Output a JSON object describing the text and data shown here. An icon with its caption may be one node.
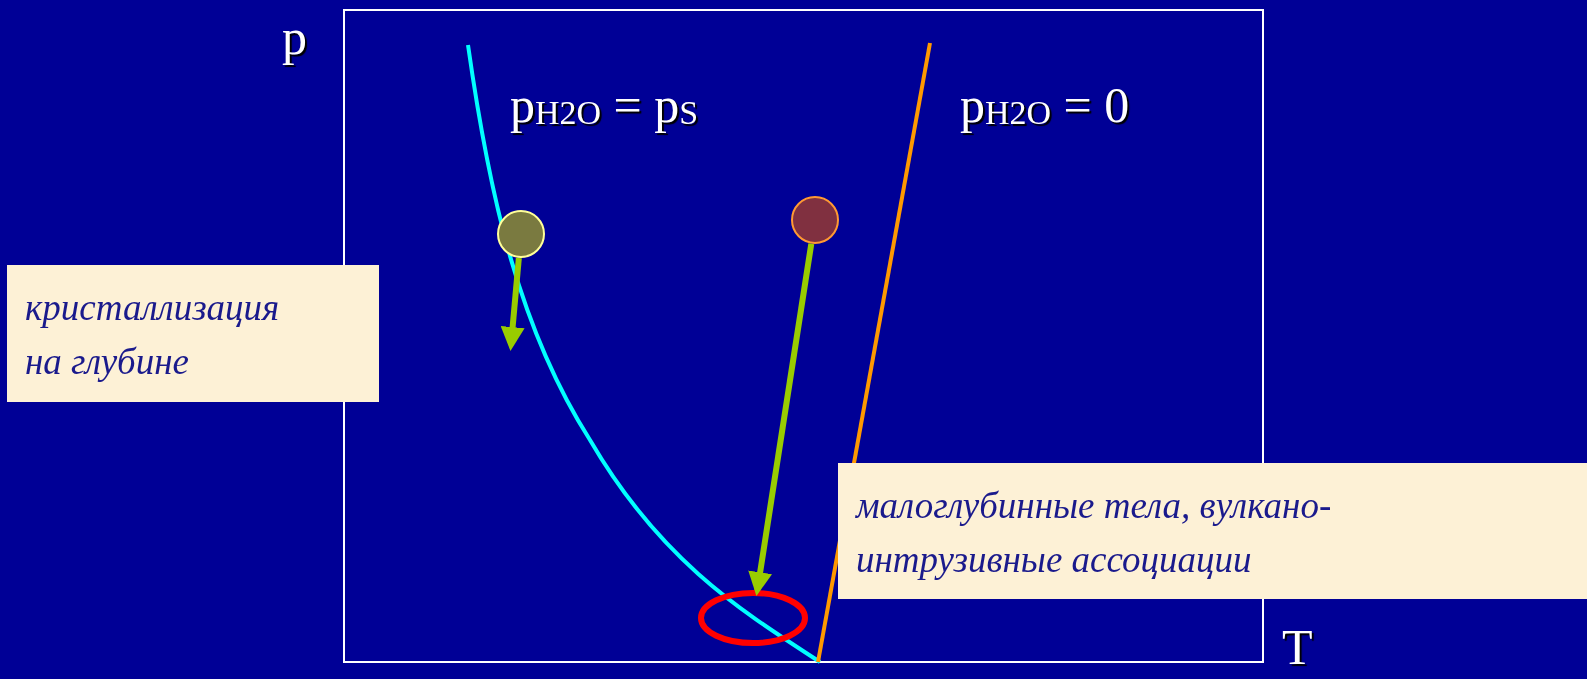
{
  "diagram": {
    "nodes": [
      {
        "text": [
          "кристаллизация на глубине"
        ]
      },
      {
        "text": [
          "малоглубинные тела, вулкано-интрузивные ассоциации"
        ]
      },
      {
        "text": [],
        "shape": "circle"
      },
      {
        "text": [],
        "shape": "circle"
      },
      {
        "text": [],
        "shape": "ellipse"
      }
    ],
    "edges": [
      {
        "from": 2,
        "to": null,
        "arrow": "to"
      },
      {
        "from": 3,
        "to": 4,
        "arrow": "to"
      }
    ],
    "labels": [
      "p",
      "p$_{H2O}$ = p$_{S}$",
      "p$_{H2O}$ = 0",
      "T"
    ]
  }
}
